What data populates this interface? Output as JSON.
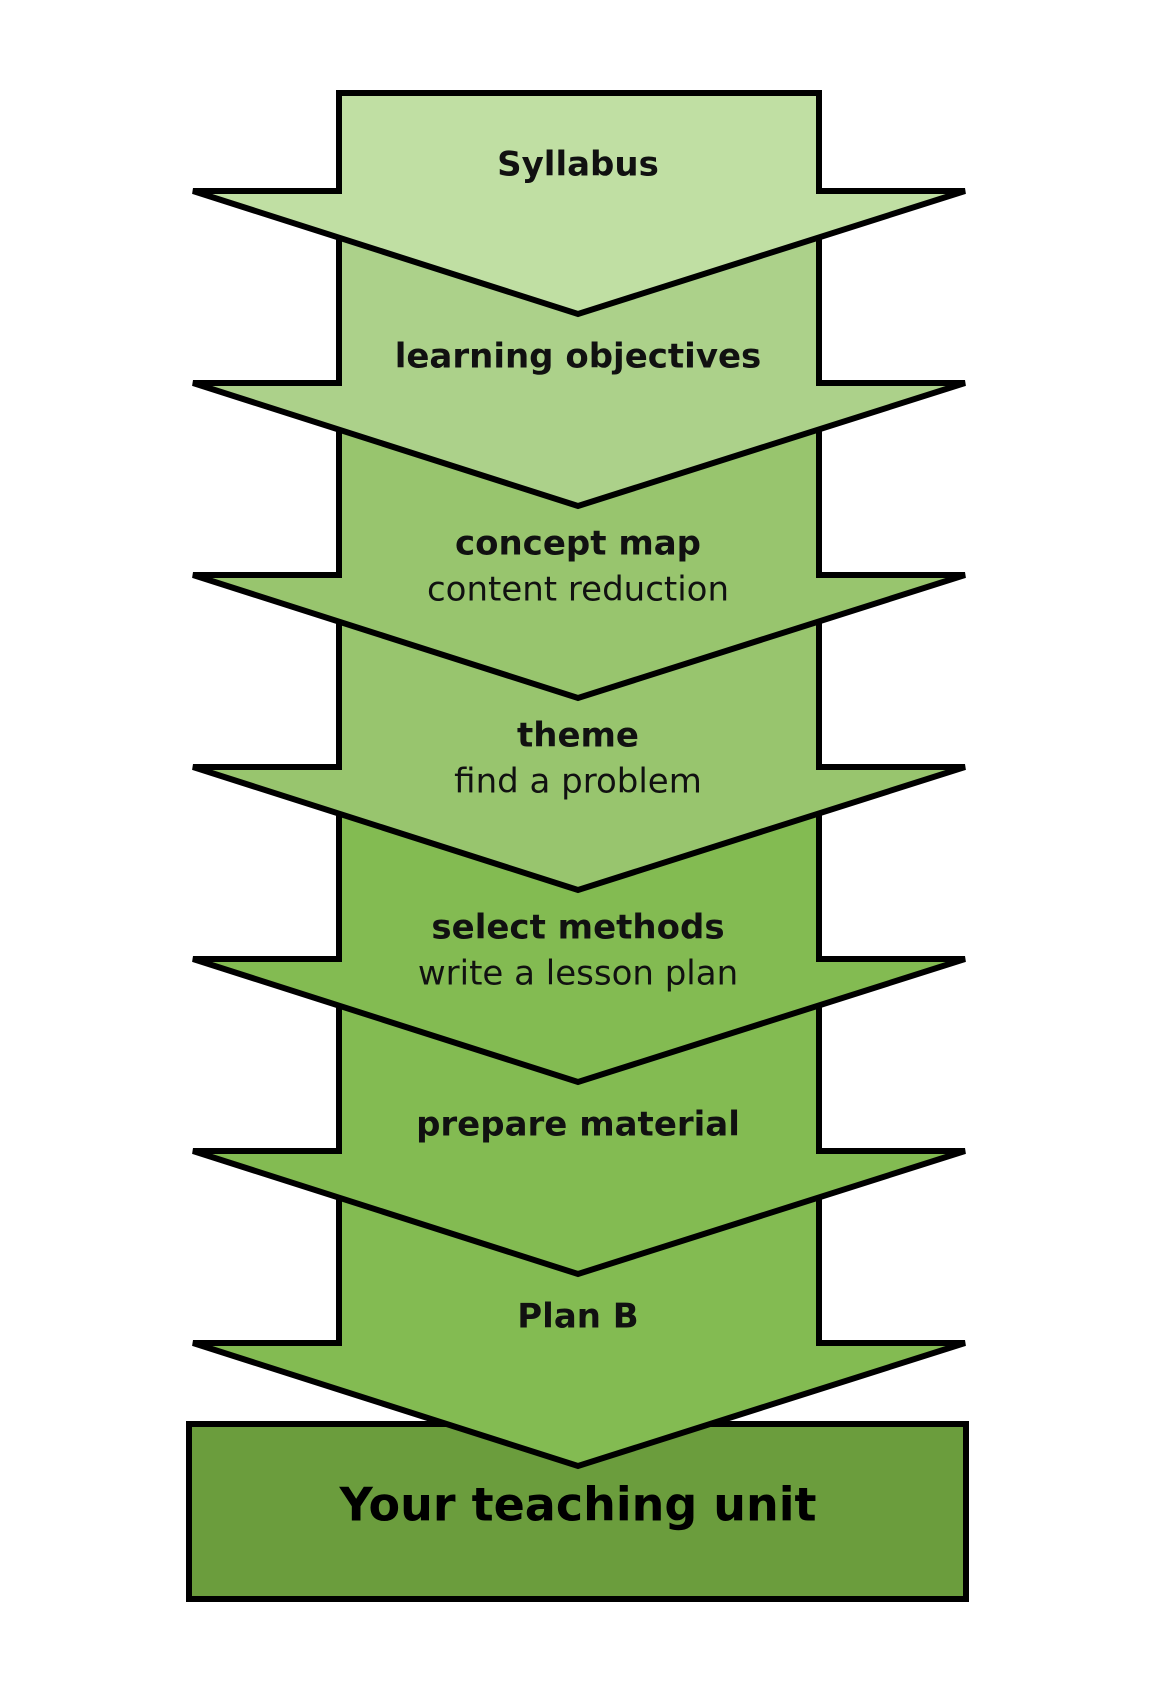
{
  "diagram": {
    "steps": [
      {
        "title": "Syllabus",
        "subtitle": "",
        "color": "#c0dfa3"
      },
      {
        "title": "learning objectives",
        "subtitle": "",
        "color": "#acd18a"
      },
      {
        "title": "concept map",
        "subtitle": "content reduction",
        "color": "#98c56e"
      },
      {
        "title": "theme",
        "subtitle": "find a problem",
        "color": "#98c56e"
      },
      {
        "title": "select methods",
        "subtitle": "write a lesson plan",
        "color": "#83bb52"
      },
      {
        "title": "prepare material",
        "subtitle": "",
        "color": "#83bb52"
      },
      {
        "title": "Plan B",
        "subtitle": "",
        "color": "#83bb52"
      }
    ],
    "result": {
      "label": "Your teaching unit",
      "color": "#6b9d3d"
    }
  }
}
